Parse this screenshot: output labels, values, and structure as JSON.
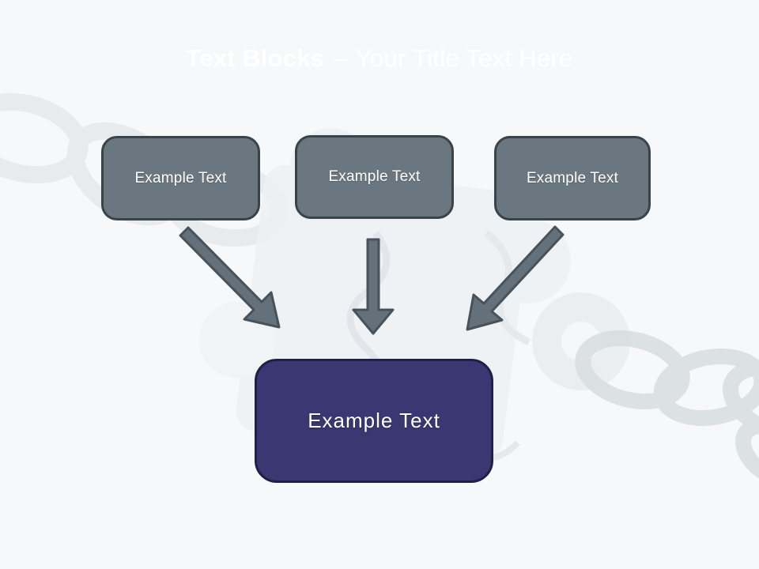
{
  "slide_title": {
    "emphasis": "Text Blocks",
    "separator": "–",
    "subtitle": "Your Title Text Here"
  },
  "diagram": {
    "source_boxes": [
      {
        "label": "Example Text"
      },
      {
        "label": "Example Text"
      },
      {
        "label": "Example Text"
      }
    ],
    "target_box": {
      "label": "Example Text"
    }
  },
  "watermark_icons": [
    "chain-icon",
    "puzzle-piece-icon"
  ],
  "colors": {
    "header_top": "#4c535a",
    "header_mid": "#6e787f",
    "title_text": "#ffffff",
    "box_fill": "#6b7780",
    "box_border": "#39434a",
    "box_text": "#ffffff",
    "accent_fill": "#3b3772",
    "accent_border": "#1e2046",
    "accent_text": "#ffffff",
    "arrow_fill": "#64707a",
    "arrow_stroke": "#47525a",
    "canvas": "#f8f9f9"
  }
}
